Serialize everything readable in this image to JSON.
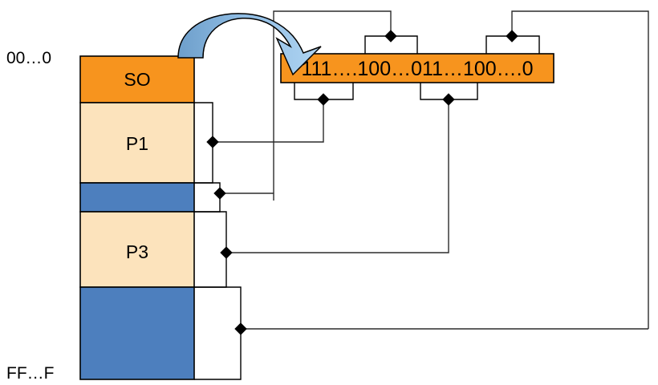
{
  "diagram": {
    "title": "Memory layout with bit-string index mapping",
    "colors": {
      "orange": "#F7941E",
      "orange_fill": "#F89B3C",
      "cream": "#FCE3BC",
      "blue": "#4D7FBE",
      "arrow_light": "#A8CDEC",
      "arrow_dark": "#6E9FCB",
      "stroke": "#000000",
      "wire": "#2B2B2B",
      "background": "#FFFFFF"
    },
    "address_labels": {
      "top": "00…0",
      "bottom": "FF…F"
    },
    "memory_blocks": [
      {
        "label": "SO",
        "fill": "#F7941E",
        "kind": "segment-zero"
      },
      {
        "label": "P1",
        "fill": "#FCE3BC",
        "kind": "page-allocated"
      },
      {
        "label": "",
        "fill": "#4D7FBE",
        "kind": "page-free"
      },
      {
        "label": "P3",
        "fill": "#FCE3BC",
        "kind": "page-allocated"
      },
      {
        "label": "",
        "fill": "#4D7FBE",
        "kind": "page-free"
      }
    ],
    "bitstring": {
      "value": "111….100…011…100….0",
      "fill": "#F7941E"
    },
    "arrow": {
      "name": "curved-arrow",
      "from": "SO",
      "to": "bitstring"
    },
    "connectors": [
      {
        "from": "P1",
        "to": "bitstring-top-bracket-1"
      },
      {
        "from": "free-block-2",
        "to": "bitstring-bottom-bracket-1"
      },
      {
        "from": "P3",
        "to": "bitstring-bottom-bracket-2"
      },
      {
        "from": "free-block-4",
        "to": "bitstring-top-bracket-2"
      }
    ]
  }
}
